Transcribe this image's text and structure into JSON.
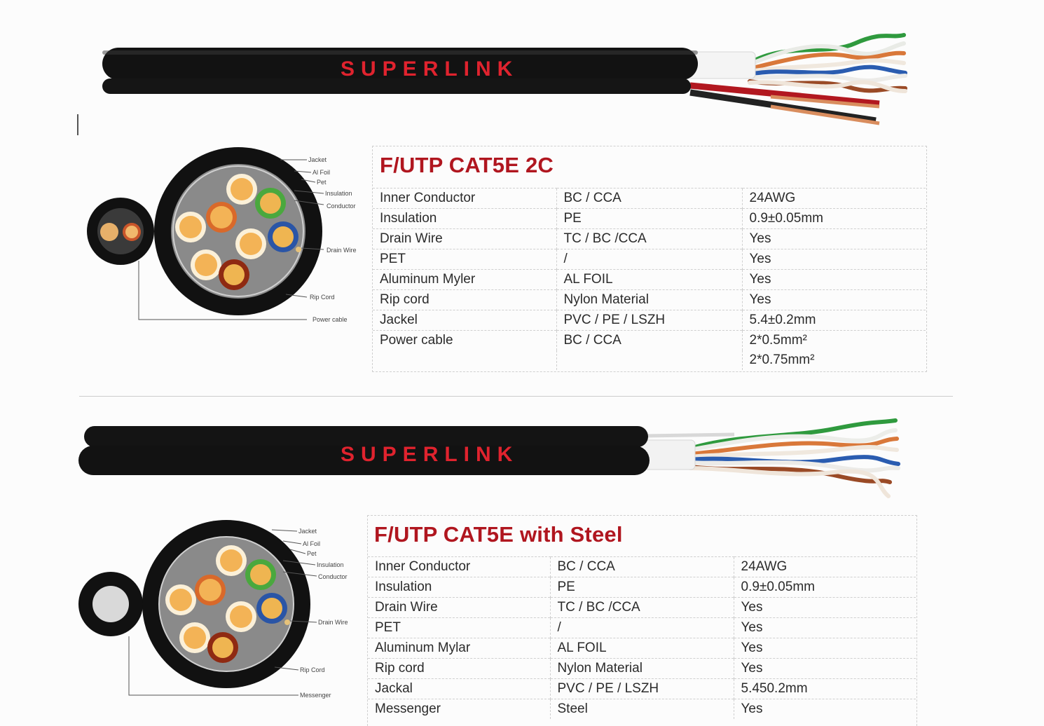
{
  "brand": "SUPERLINK",
  "colors": {
    "title_red": "#b0161f",
    "brand_red": "#e0232e",
    "jacket_black": "#121212"
  },
  "product1": {
    "title": "F/UTP CAT5E 2C",
    "diagram_labels": [
      "Jacket",
      "Al Foil",
      "Pet",
      "Insulation",
      "Conductor",
      "Drain Wire",
      "Rip Cord",
      "Power cable"
    ],
    "rows": [
      [
        "Inner Conductor",
        "BC / CCA",
        "24AWG"
      ],
      [
        "Insulation",
        "PE",
        "0.9±0.05mm"
      ],
      [
        "Drain Wire",
        "TC / BC /CCA",
        "Yes"
      ],
      [
        "PET",
        "/",
        "Yes"
      ],
      [
        "Aluminum Myler",
        "AL FOIL",
        "Yes"
      ],
      [
        "Rip cord",
        "Nylon Material",
        "Yes"
      ],
      [
        "Jackel",
        "PVC / PE / LSZH",
        "5.4±0.2mm"
      ],
      [
        "Power cable",
        "BC / CCA",
        "2*0.5mm²"
      ],
      [
        "",
        "",
        "2*0.75mm²"
      ]
    ]
  },
  "product2": {
    "title": "F/UTP CAT5E with Steel",
    "diagram_labels": [
      "Jacket",
      "Al Foil",
      "Pet",
      "Insulation",
      "Conductor",
      "Drain Wire",
      "Rip Cord",
      "Messenger"
    ],
    "rows": [
      [
        "Inner Conductor",
        "BC / CCA",
        "24AWG"
      ],
      [
        "Insulation",
        "PE",
        "0.9±0.05mm"
      ],
      [
        "Drain Wire",
        "TC / BC /CCA",
        "Yes"
      ],
      [
        "PET",
        "/",
        "Yes"
      ],
      [
        "Aluminum Mylar",
        "AL FOIL",
        "Yes"
      ],
      [
        "Rip cord",
        "Nylon Material",
        "Yes"
      ],
      [
        "Jackal",
        "PVC / PE / LSZH",
        "5.450.2mm"
      ],
      [
        "Messenger",
        "Steel",
        "Yes"
      ]
    ]
  }
}
